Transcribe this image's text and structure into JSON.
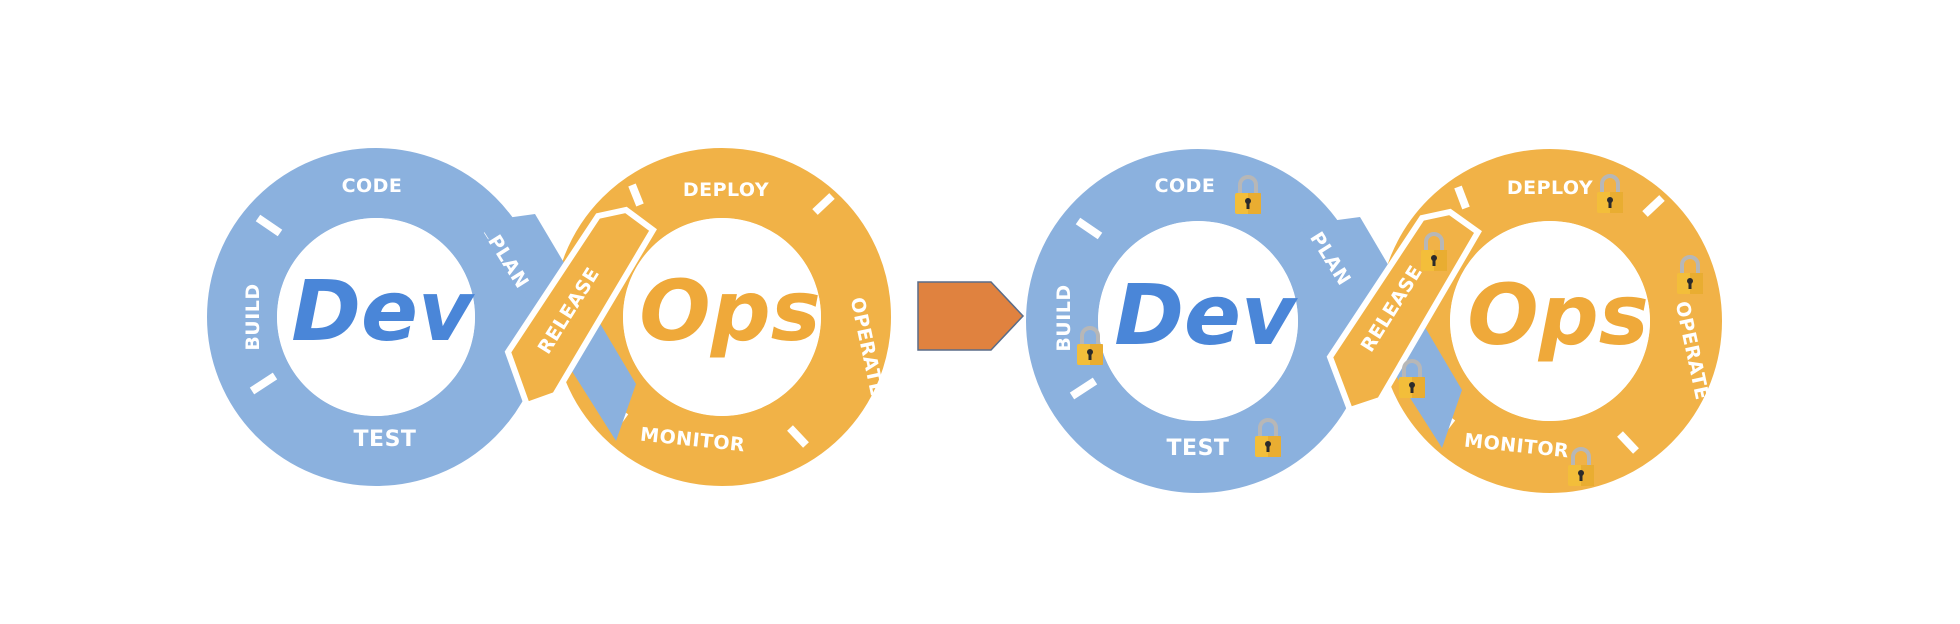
{
  "colors": {
    "dev_blue": "#8BB1DE",
    "ops_orange": "#F1B247",
    "dev_text": "#4A86D8",
    "ops_text": "#EFA93A",
    "arrow": "#E0823F",
    "lock_body": "#F3BE3A",
    "lock_shackle": "#B7B7B7"
  },
  "before": {
    "dev": "Dev",
    "ops": "Ops",
    "stages": {
      "code": "CODE",
      "build": "BUILD",
      "test": "TEST",
      "plan": "PLAN",
      "release": "RELEASE",
      "deploy": "DEPLOY",
      "operate": "OPERATE",
      "monitor": "MONITOR"
    }
  },
  "transition_arrow": "pentagon-arrow-right",
  "after": {
    "dev": "Dev",
    "ops": "Ops",
    "stages": {
      "code": "CODE",
      "build": "BUILD",
      "test": "TEST",
      "plan": "PLAN",
      "release": "RELEASE",
      "deploy": "DEPLOY",
      "operate": "OPERATE",
      "monitor": "MONITOR"
    },
    "lock_icon": "padlock-icon"
  }
}
